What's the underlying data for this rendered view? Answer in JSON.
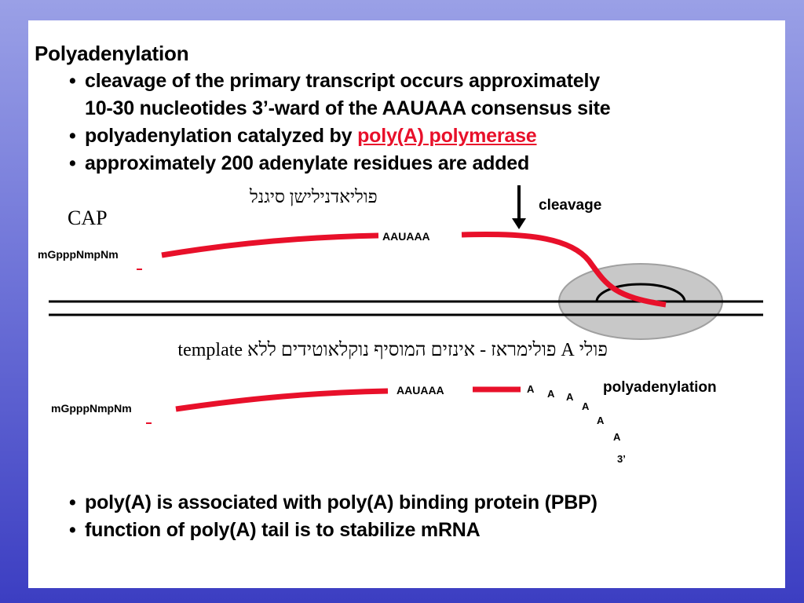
{
  "heading": "Polyadenylation",
  "bullets_top": [
    {
      "line1": "cleavage of the primary transcript occurs approximately",
      "line2": "10-30 nucleotides 3’-ward of the AAUAAA consensus site"
    },
    {
      "prefix": "polyadenylation catalyzed by ",
      "link": "poly(A) polymerase"
    },
    {
      "line1": "approximately 200 adenylate residues are added"
    }
  ],
  "hebrew_signal": "פוליאדנילישן סיגנל",
  "cap_label": "CAP",
  "cleavage_label": "cleavage",
  "upper_strand": {
    "five_prime": "mGpppNmpNm",
    "signal": "AAUAAA"
  },
  "hebrew_caption": "פולי A פולימראז - אינזים המוסיף נוקלאוטידים ללא template",
  "lower_strand": {
    "five_prime": "mGpppNmpNm",
    "signal": "AAUAAA",
    "tail_letters": [
      "A",
      "A",
      "A",
      "A",
      "A",
      "A"
    ],
    "three_prime": "3’",
    "label": "polyadenylation"
  },
  "bullets_bottom": [
    "poly(A) is associated with poly(A) binding protein (PBP)",
    "function of poly(A) tail is to stabilize mRNA"
  ],
  "colors": {
    "rna": "#e8102a",
    "accent_link": "#e8102a",
    "enzyme": "#c8c8c8"
  }
}
